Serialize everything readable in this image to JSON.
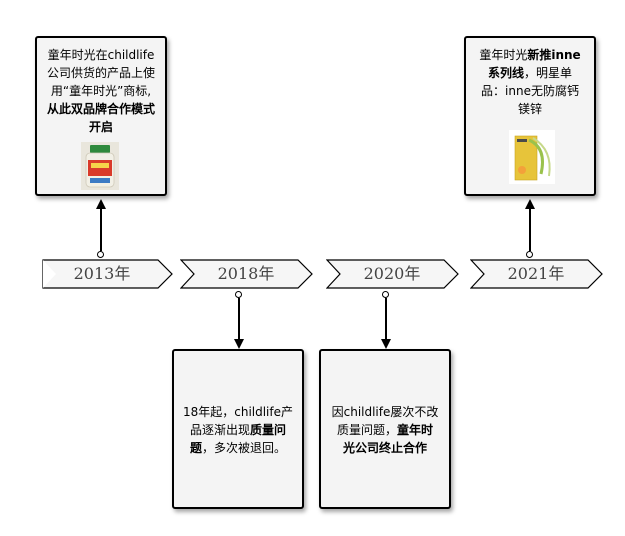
{
  "timeline": [
    {
      "year": "2013年"
    },
    {
      "year": "2018年"
    },
    {
      "year": "2020年"
    },
    {
      "year": "2021年"
    }
  ],
  "cards": {
    "c2013": {
      "line1": "童年时光在childlife",
      "line2": "公司供货的产品上使",
      "line3": "用“童年时光”商标,",
      "bold1": "从此双品牌合作模式",
      "bold2": "开启"
    },
    "c2018": {
      "line1": "18年起，childlife产",
      "line2a": "品逐渐出现",
      "bold2": "质量问",
      "bold3": "题",
      "line3": "，多次被退回。"
    },
    "c2020": {
      "line1": "因childlife屡次不改",
      "line2a": "质量问题，",
      "bold2": "童年时",
      "bold3": "光公司终止合作"
    },
    "c2021": {
      "line1a": "童年时光",
      "bold1": "新推inne",
      "bold2": "系列线",
      "line2": "，明星单",
      "line3": "品：inne无防腐钙",
      "line4": "镁锌"
    }
  }
}
